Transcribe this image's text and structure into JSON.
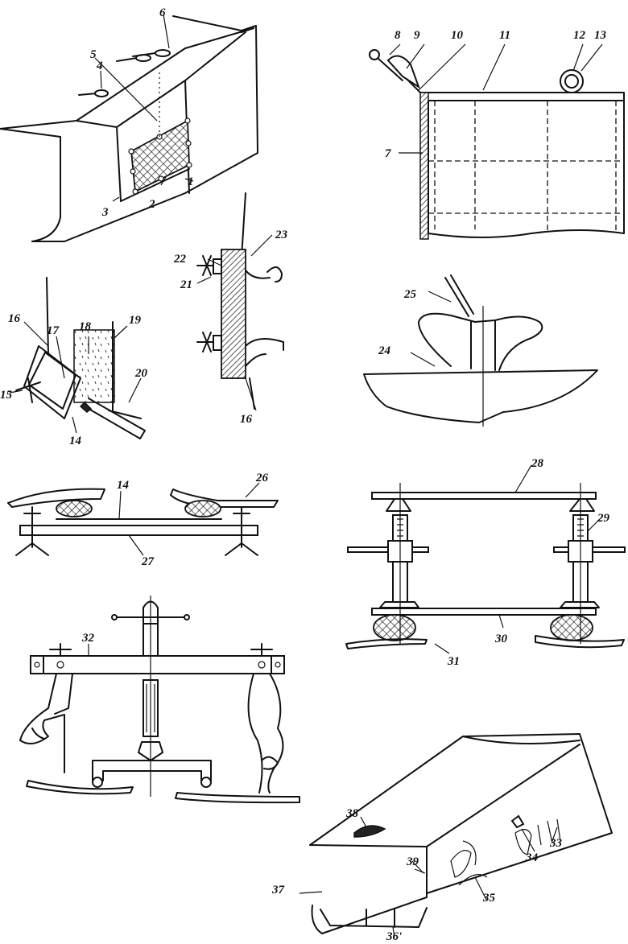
{
  "labels": {
    "l1": "1",
    "l2": "2",
    "l3": "3",
    "l4": "4",
    "l5": "5",
    "l6": "6",
    "l7": "7",
    "l8": "8",
    "l9": "9",
    "l10": "10",
    "l11": "11",
    "l12": "12",
    "l13": "13",
    "l14a": "14",
    "l14b": "14",
    "l15": "15",
    "l16a": "16",
    "l16b": "16",
    "l17": "17",
    "l18": "18",
    "l19": "19",
    "l20": "20",
    "l21": "21",
    "l22": "22",
    "l23": "23",
    "l24": "24",
    "l25": "25",
    "l26": "26",
    "l27": "27",
    "l28": "28",
    "l29": "29",
    "l30": "30",
    "l31": "31",
    "l32": "32",
    "l33": "33",
    "l34": "34",
    "l35": "35",
    "l36": "36'",
    "l37": "37",
    "l38": "38",
    "l39": "39"
  }
}
